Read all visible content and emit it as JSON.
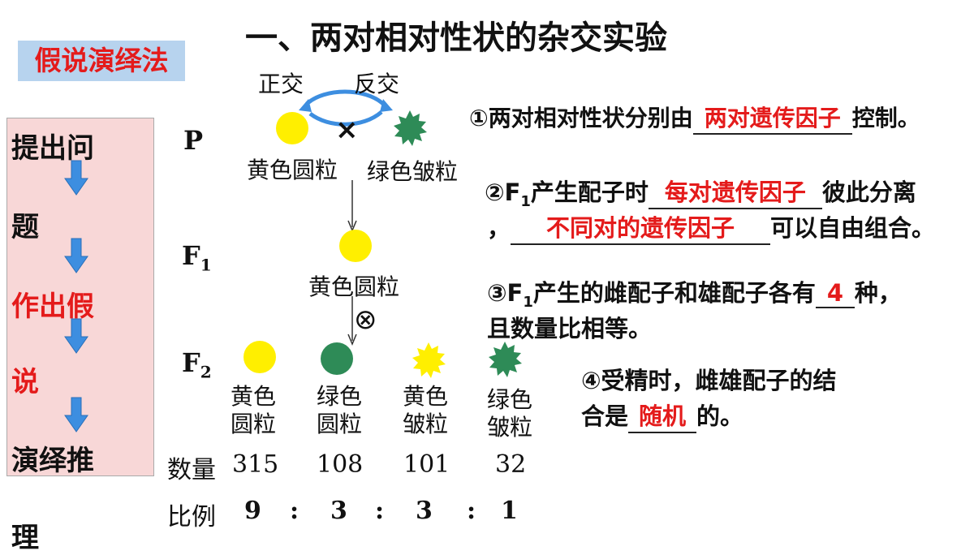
{
  "title": "一、两对相对性状的杂交实验",
  "tag": "假说演绎法",
  "steps": [
    {
      "line1": "提出问",
      "line2": "题"
    },
    {
      "line1": "作出假",
      "line2": "说"
    },
    {
      "line1": "演绎推",
      "line2": "理"
    }
  ],
  "cross": {
    "forward": "正交",
    "reverse": "反交",
    "cross_symbol": "×",
    "self_symbol": "⊗",
    "P": "P",
    "F1": "F",
    "F1_sub": "1",
    "F2": "F",
    "F2_sub": "2",
    "parent_yellow": "黄色圆粒",
    "parent_green": "绿色皱粒",
    "f1_label": "黄色圆粒"
  },
  "f2": {
    "phenotypes": [
      {
        "line1": "黄色",
        "line2": "圆粒",
        "color": "#ffef00",
        "shape": "round"
      },
      {
        "line1": "绿色",
        "line2": "圆粒",
        "color": "#2e8b57",
        "shape": "round"
      },
      {
        "line1": "黄色",
        "line2": "皱粒",
        "color": "#ffef00",
        "shape": "wrinkled"
      },
      {
        "line1": "绿色",
        "line2": "皱粒",
        "color": "#2e8b57",
        "shape": "wrinkled"
      }
    ],
    "count_label": "数量",
    "counts": [
      "315",
      "108",
      "101",
      "32"
    ],
    "ratio_label": "比例",
    "ratio": [
      "9",
      "3",
      "3",
      "1"
    ],
    "ratio_sep": ":"
  },
  "hypothesis": {
    "h1": {
      "pre": "①两对相对性状分别由",
      "fill": "两对遗传因子",
      "post": "控制。"
    },
    "h2": {
      "pre": "②F",
      "sub": "1",
      "mid": "产生配子时",
      "fill": "每对遗传因子",
      "post": "彼此分离",
      "pre2": "，",
      "fill2": "不同对的遗传因子",
      "post2": "可以自由组合。"
    },
    "h3": {
      "pre": "③F",
      "sub": "1",
      "mid": "产生的雌配子和雄配子各有",
      "fill": "4",
      "post": "种，",
      "line2": "且数量比相等。"
    },
    "h4": {
      "line1": "④受精时，雌雄配子的结",
      "pre": "合是",
      "fill": "随机",
      "post": "的。"
    }
  },
  "colors": {
    "accent_red": "#e41b1b",
    "yellow_pea": "#ffef00",
    "green_pea": "#2e8b57",
    "tag_bg": "#b7d3ee",
    "panel_bg": "#f8d7d7"
  }
}
